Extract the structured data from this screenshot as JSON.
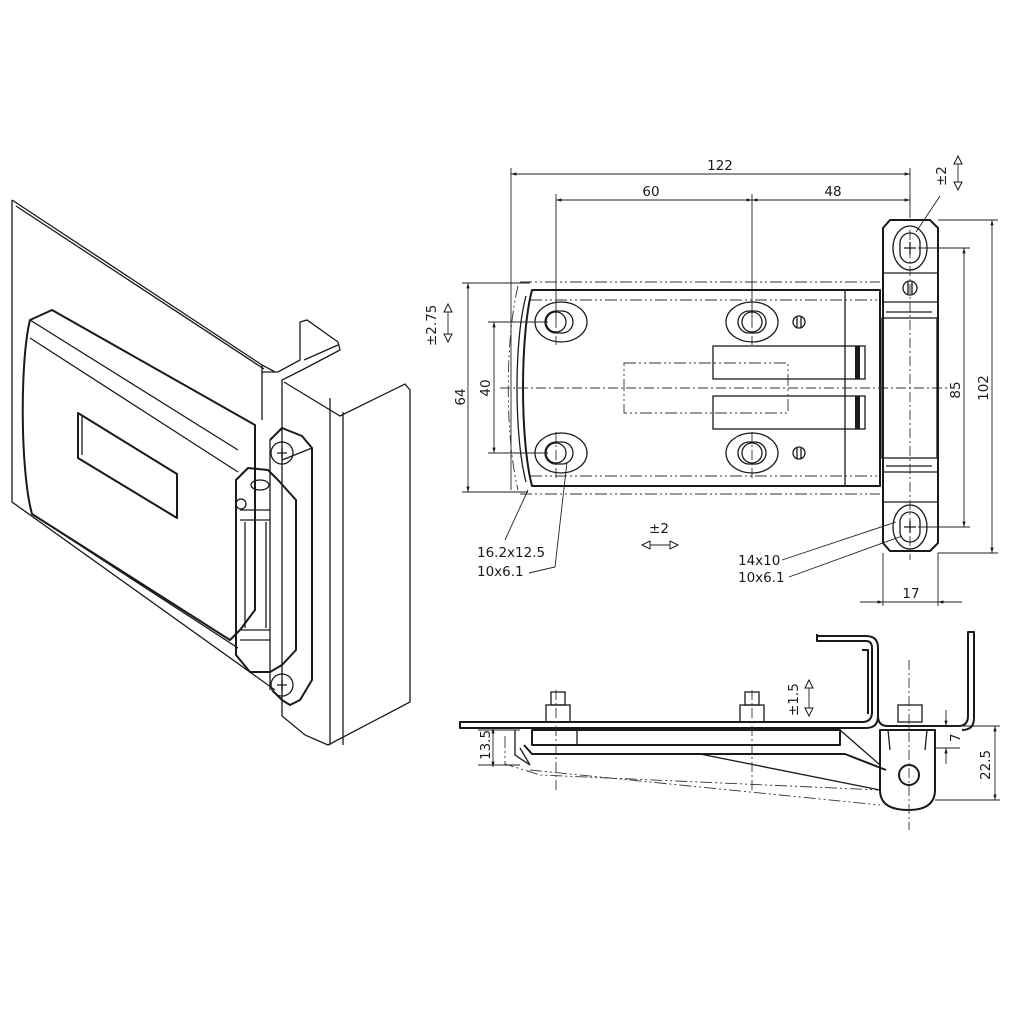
{
  "drawing": {
    "title": "Hinge technical drawing",
    "views": [
      "isometric",
      "top",
      "side"
    ],
    "line_color": "#1a1a1a",
    "background": "#ffffff"
  },
  "top_view": {
    "dims": {
      "overall_length": "122",
      "hole_spacing_horizontal": "60",
      "hinge_offset": "48",
      "vertical_adjust": "±2",
      "height_total_plate": "64",
      "hole_spacing_vertical": "40",
      "lateral_adjust_left": "±2.75",
      "hinge_height_holes": "85",
      "hinge_height_total": "102",
      "hinge_width": "17",
      "depth_adjust": "±2"
    },
    "callouts": {
      "plate_hole_outer": "16.2x12.5",
      "plate_hole_inner": "10x6.1",
      "hinge_hole_outer": "14x10",
      "hinge_hole_inner": "10x6.1"
    }
  },
  "side_view": {
    "dims": {
      "plate_offset": "13.5",
      "height_adjust": "±1.5",
      "leaf_offset": "7",
      "overall_depth": "22.5"
    }
  }
}
